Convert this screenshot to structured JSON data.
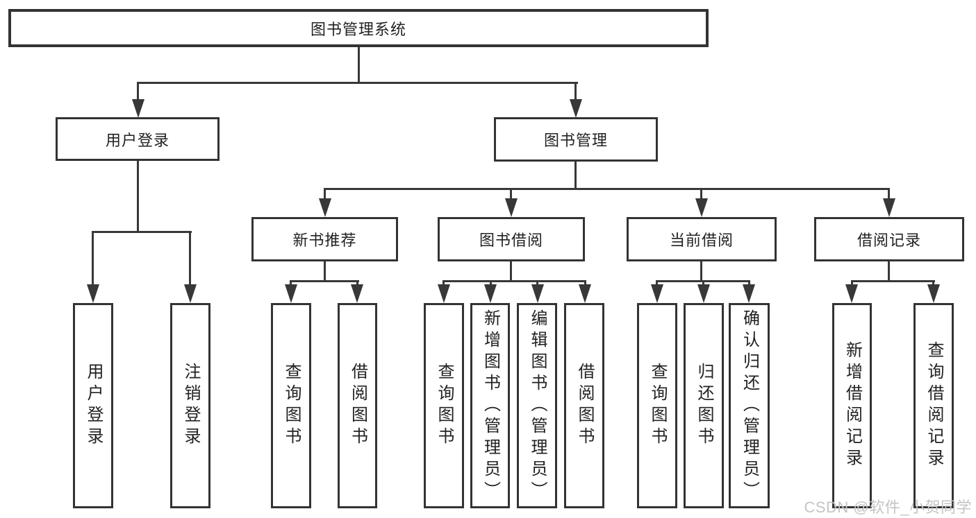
{
  "colors": {
    "background": "#ffffff",
    "line": "#383838",
    "box_border": "#333333",
    "text": "#222222",
    "watermark_text_color": "#c4c4c4"
  },
  "tree": {
    "label": "图书管理系统",
    "children": [
      {
        "label": "用户登录",
        "children": [
          {
            "label": "用户登录"
          },
          {
            "label": "注销登录"
          }
        ]
      },
      {
        "label": "图书管理",
        "children": [
          {
            "label": "新书推荐",
            "children": [
              {
                "label": "查询图书"
              },
              {
                "label": "借阅图书"
              }
            ]
          },
          {
            "label": "图书借阅",
            "children": [
              {
                "label": "查询图书"
              },
              {
                "label": "新增图书（管理员）"
              },
              {
                "label": "编辑图书（管理员）"
              },
              {
                "label": "借阅图书"
              }
            ]
          },
          {
            "label": "当前借阅",
            "children": [
              {
                "label": "查询图书"
              },
              {
                "label": "归还图书"
              },
              {
                "label": "确认归还（管理员）"
              }
            ]
          },
          {
            "label": "借阅记录",
            "children": [
              {
                "label": "新增借阅记录"
              },
              {
                "label": "查询借阅记录"
              }
            ]
          }
        ]
      }
    ]
  },
  "watermark": {
    "text": "CSDN @软件_小贺同学"
  }
}
